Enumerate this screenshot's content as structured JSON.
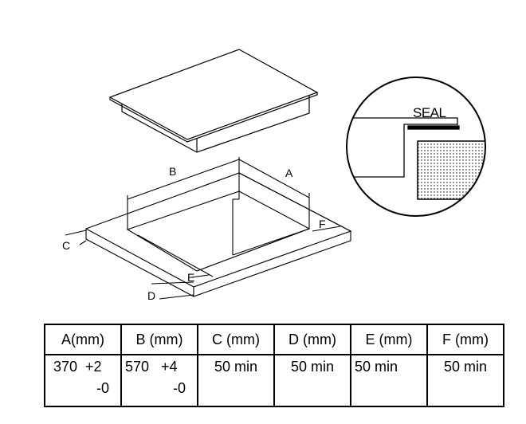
{
  "diagram": {
    "labels": {
      "A": "A",
      "B": "B",
      "C": "C",
      "D": "D",
      "E": "E",
      "F": "F"
    },
    "detail_label": "SEAL"
  },
  "table": {
    "headers": [
      "A(mm)",
      "B (mm)",
      "C (mm)",
      "D (mm)",
      "E (mm)",
      "F (mm)"
    ],
    "values": [
      {
        "main": "370  +2",
        "tol": "-0"
      },
      {
        "main": "570   +4",
        "tol": "-0"
      },
      {
        "main": "50 min"
      },
      {
        "main": "50 min"
      },
      {
        "main": "50 min"
      },
      {
        "main": "50 min"
      }
    ]
  }
}
